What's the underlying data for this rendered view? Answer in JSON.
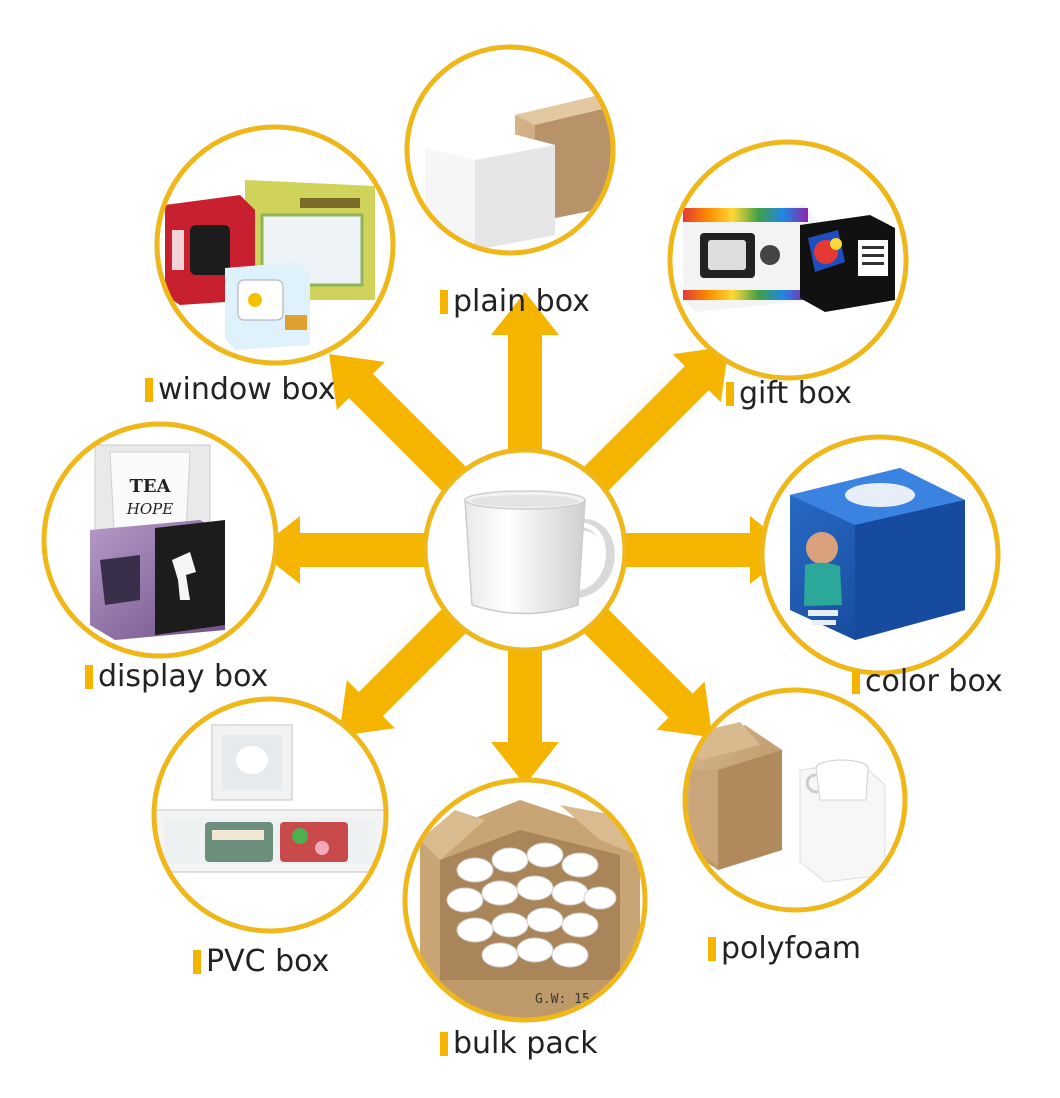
{
  "colors": {
    "accent": "#f5b400",
    "ring": "#efb71a",
    "label_text": "#222222"
  },
  "center": {
    "item": "white-mug"
  },
  "categories": [
    {
      "key": "plain",
      "label": "plain box"
    },
    {
      "key": "gift",
      "label": "gift box"
    },
    {
      "key": "color",
      "label": "color box"
    },
    {
      "key": "polyfoam",
      "label": "polyfoam"
    },
    {
      "key": "bulk",
      "label": "bulk pack"
    },
    {
      "key": "pvc",
      "label": "PVC box"
    },
    {
      "key": "display",
      "label": "display box"
    },
    {
      "key": "window",
      "label": "window box"
    }
  ],
  "box_text": {
    "display_mug_line1": "TEA",
    "display_mug_line2": "HOPE",
    "bulk_carton_print": "G.W: 15"
  }
}
